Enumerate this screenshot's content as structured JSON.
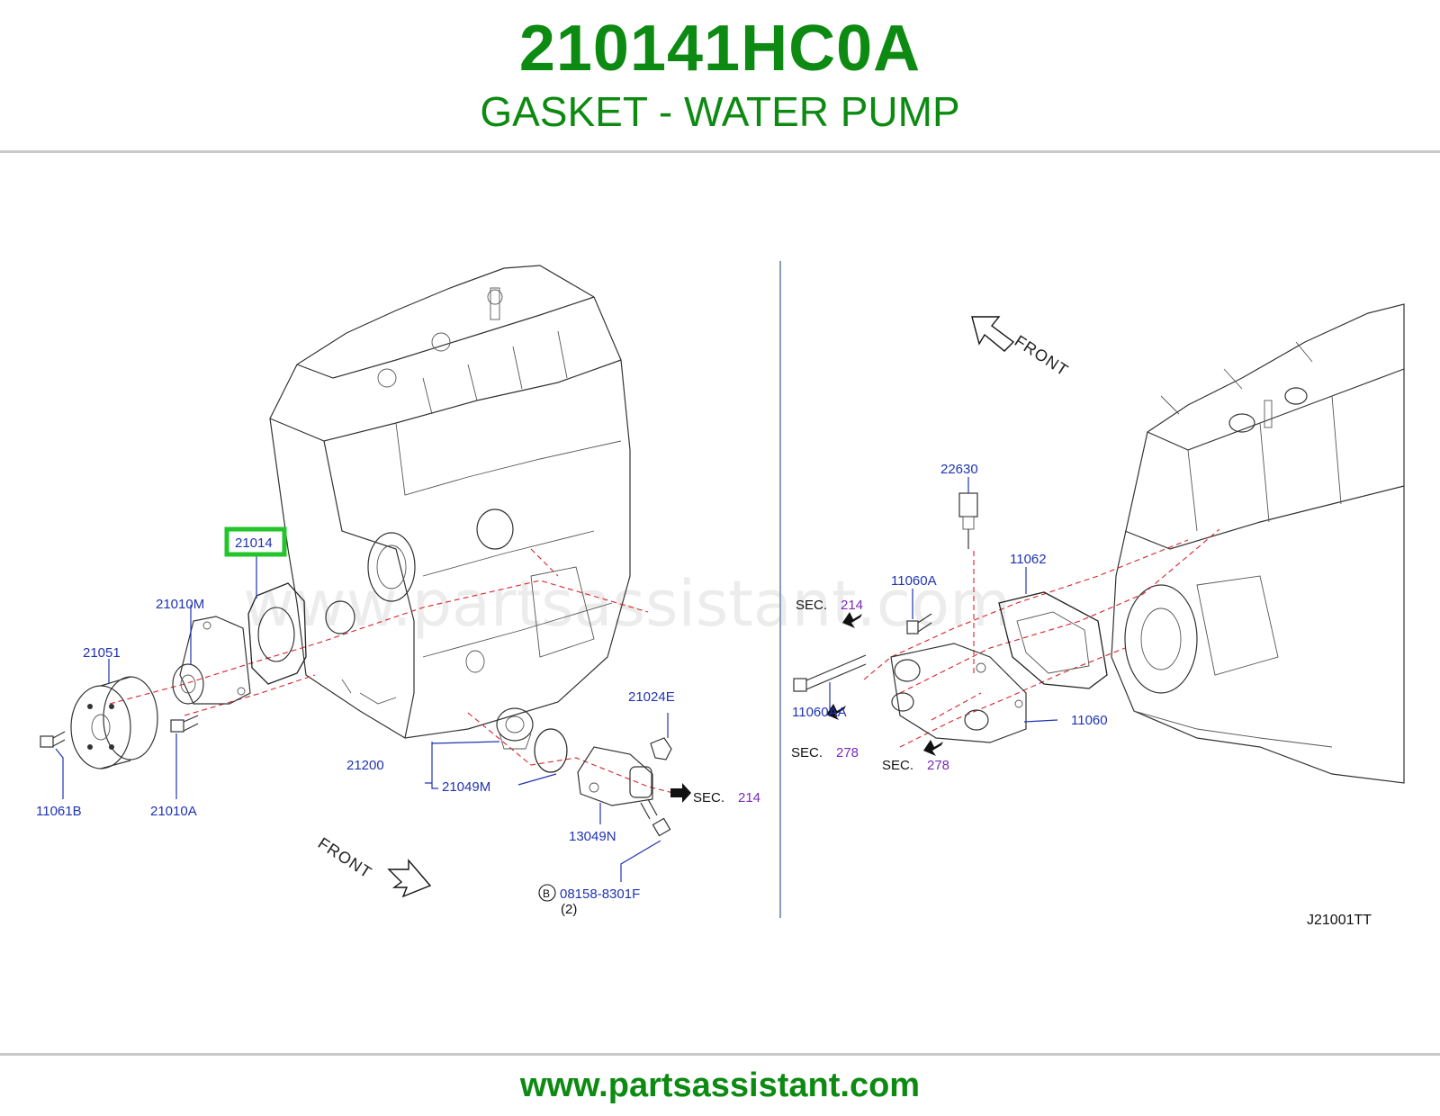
{
  "header": {
    "part_number": "210141HC0A",
    "part_name": "GASKET - WATER PUMP"
  },
  "footer": {
    "url": "www.partsassistant.com"
  },
  "diagram": {
    "watermark": "www.partsassistant.com",
    "highlight_color": "#22c52a",
    "accent_color": "#0d8a12",
    "diagram_code": "J21001TT",
    "left_panel": {
      "front_label": "FRONT",
      "parts": [
        {
          "id": "21014",
          "label": "21014",
          "highlighted": true
        },
        {
          "id": "21010M",
          "label": "21010M"
        },
        {
          "id": "21051",
          "label": "21051"
        },
        {
          "id": "11061B",
          "label": "11061B"
        },
        {
          "id": "21010A",
          "label": "21010A"
        },
        {
          "id": "21200",
          "label": "21200"
        },
        {
          "id": "21049M",
          "label": "21049M"
        },
        {
          "id": "21024E",
          "label": "21024E"
        },
        {
          "id": "13049N",
          "label": "13049N"
        },
        {
          "id": "08158-8301F",
          "label": "08158-8301F",
          "prefix": "B",
          "qty": "(2)"
        }
      ],
      "sections": [
        {
          "sec": "SEC.",
          "num": "214"
        }
      ]
    },
    "right_panel": {
      "front_label": "FRONT",
      "parts": [
        {
          "id": "22630",
          "label": "22630"
        },
        {
          "id": "11062",
          "label": "11062"
        },
        {
          "id": "11060A",
          "label": "11060A"
        },
        {
          "id": "11060AA",
          "label": "11060AA"
        },
        {
          "id": "11060",
          "label": "11060"
        }
      ],
      "sections": [
        {
          "sec": "SEC.",
          "num": "214"
        },
        {
          "sec": "SEC.",
          "num": "278"
        },
        {
          "sec": "SEC.",
          "num": "278"
        }
      ]
    }
  }
}
